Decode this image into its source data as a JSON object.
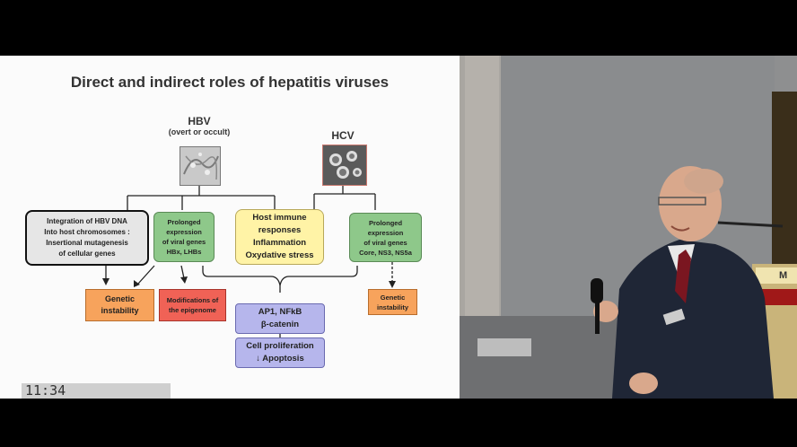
{
  "slide": {
    "title": "Direct and indirect roles of hepatitis viruses",
    "hbv": {
      "label": "HBV",
      "sublabel": "(overt or occult)"
    },
    "hcv": {
      "label": "HCV"
    },
    "boxes": {
      "integration": [
        "Integration of HBV DNA",
        "Into host chromosomes :",
        "Insertional mutagenesis",
        "of cellular genes"
      ],
      "hbv_prolonged": [
        "Prolonged",
        "expression",
        "of viral genes",
        "HBx, LHBs"
      ],
      "host_immune": [
        "Host immune",
        "responses",
        "Inflammation",
        "Oxydative stress"
      ],
      "hcv_prolonged": [
        "Prolonged",
        "expression",
        "of viral genes",
        "Core, NS3, NS5a"
      ],
      "genetic_left": [
        "Genetic",
        "instability"
      ],
      "epigenome": [
        "Modifications of",
        "the epigenome"
      ],
      "ap1": [
        "AP1, NFkB",
        "β-catenin"
      ],
      "cell_prolif": [
        "Cell proliferation",
        "↓ Apoptosis"
      ],
      "genetic_right": [
        "Genetic",
        "instability"
      ]
    }
  },
  "video": {
    "timestamp": "11:34"
  },
  "speaker_photo": {
    "badge_text": "M"
  },
  "colors": {
    "green": "#8ec88a",
    "yellow": "#fff3a6",
    "orange": "#f7a35c",
    "red": "#f06256",
    "blue": "#b6b6ec",
    "grey_box": "#e6e6e6"
  }
}
